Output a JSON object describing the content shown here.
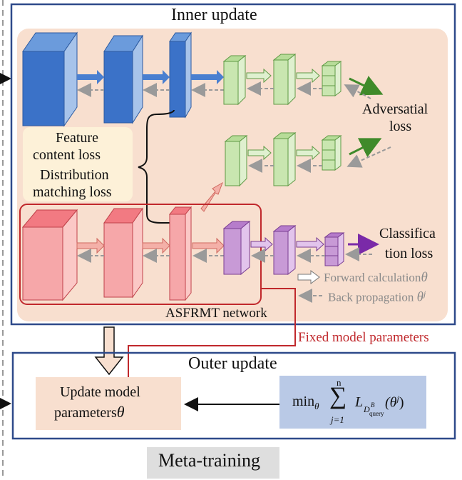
{
  "inner_update": {
    "title": "Inner update",
    "feature_loss": "Feature",
    "content_loss": "content loss",
    "distribution_loss_1": "Distribution",
    "distribution_loss_2": "matching loss",
    "adversarial_loss_1": "Adversatial",
    "adversarial_loss_2": "loss",
    "classification_loss_1": "Classifica",
    "classification_loss_2": "tion loss",
    "network_name": "ASFRMT network",
    "legend_forward": "Forward calculation",
    "legend_backward": "Back propagation",
    "theta": "θ",
    "theta_j": "θ",
    "j_sup": "j"
  },
  "fixed_label": "Fixed model parameters",
  "outer_update": {
    "title": "Outer update",
    "update_line1": "Update model",
    "update_line2": "parameters",
    "theta": "θ",
    "formula_min": "min",
    "formula_theta_sub": "θ",
    "formula_sum": "∑",
    "formula_n": "n",
    "formula_j1": "j=1",
    "formula_L": "L",
    "formula_D": "D",
    "formula_B": "B",
    "formula_query": "query",
    "formula_arg": "(θ",
    "formula_arg_sup": "j",
    "formula_close": ")"
  },
  "footer": "Meta-training",
  "colors": {
    "frame_blue": "#2e4a8a",
    "peach_bg": "#f8dfcf",
    "blue_block": "#4a7fd0",
    "green_block": "#c9e6b0",
    "pink_block": "#f39a9a",
    "purple_block": "#c89ad6",
    "red_frame": "#c0282c",
    "formula_bg": "#b9c9e6",
    "loss_box": "#fdf1d8"
  }
}
